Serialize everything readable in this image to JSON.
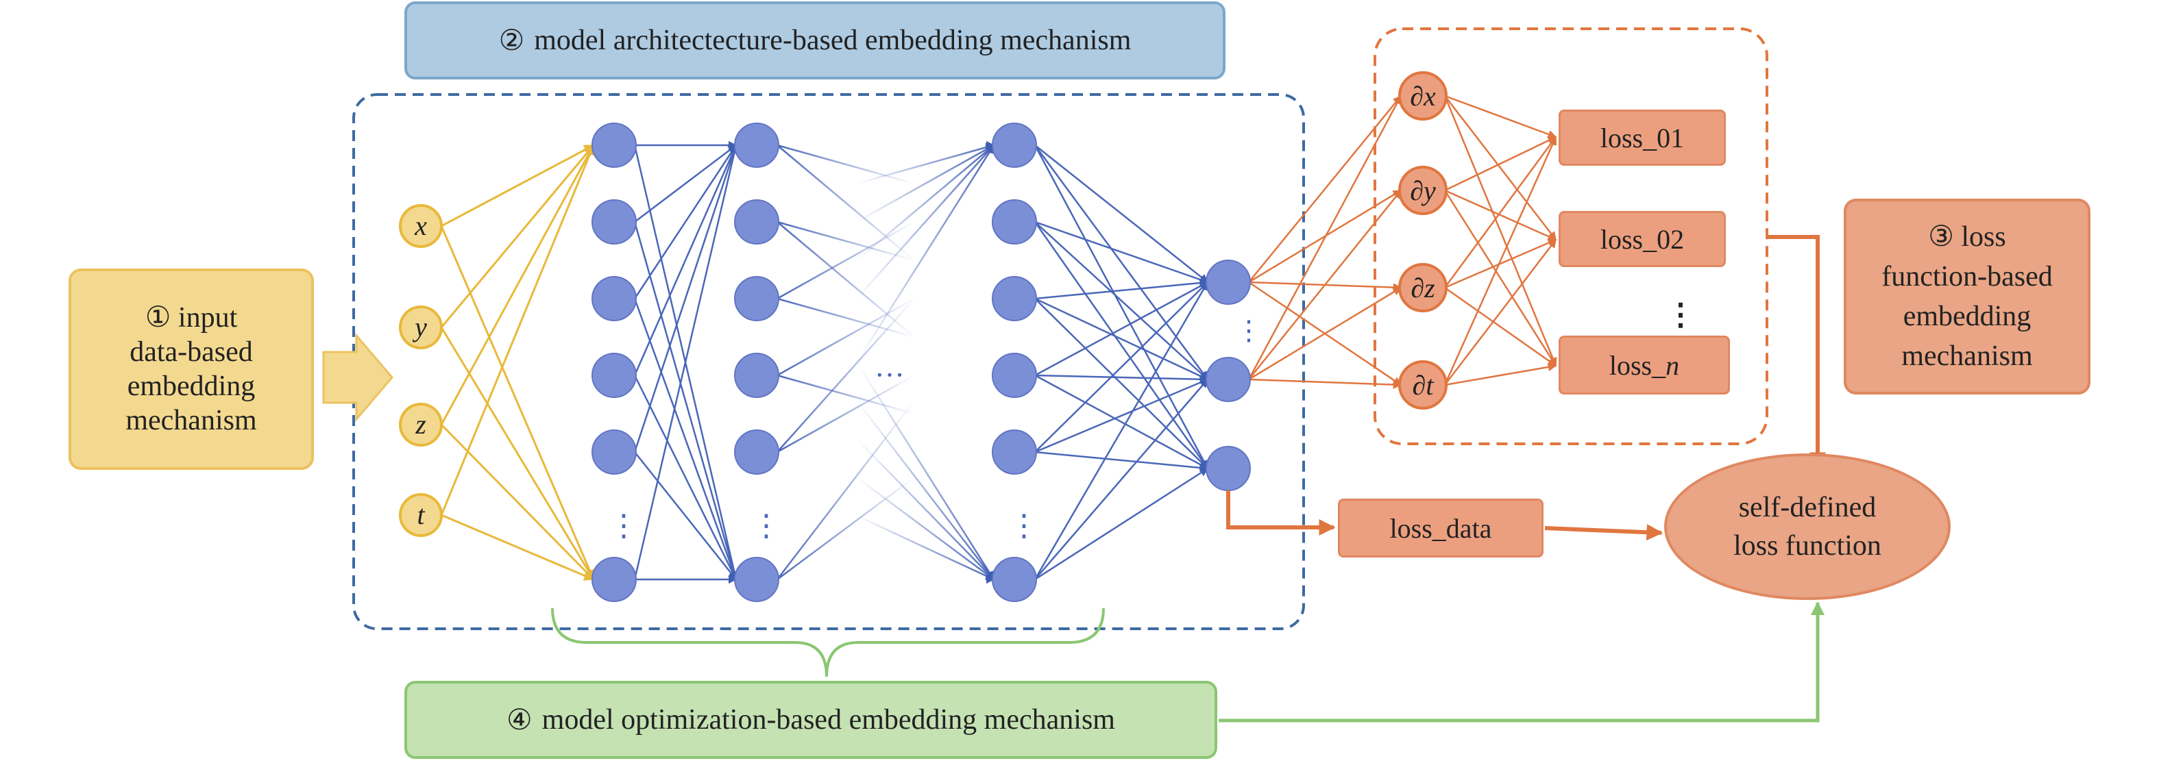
{
  "mechanisms": {
    "input": {
      "number": "①",
      "lines": [
        "input",
        "data-based",
        "embedding",
        "mechanism"
      ]
    },
    "model": {
      "number": "②",
      "label": "model architectecture-based embedding mechanism"
    },
    "loss": {
      "number": "③",
      "lines": [
        "loss",
        "function-based",
        "embedding",
        "mechanism"
      ]
    },
    "optimization": {
      "number": "④",
      "label": "model optimization-based embedding mechanism"
    }
  },
  "inputs": [
    "x",
    "y",
    "z",
    "t"
  ],
  "derivatives": [
    "∂x",
    "∂y",
    "∂z",
    "∂t"
  ],
  "losses": {
    "loss_01": "loss_01",
    "loss_02": "loss_02",
    "loss_n_prefix": "loss_",
    "loss_n_var": "n",
    "loss_data": "loss_data"
  },
  "self_defined": [
    "self-defined",
    "loss function"
  ],
  "ellipsis_horizontal": "···",
  "colors": {
    "yellow_fill": "#f3d98f",
    "yellow_line": "#e8b93a",
    "blue_node": "#7b8fd6",
    "blue_line": "#4a67b8",
    "blue_dash": "#3d6aa2",
    "orange_fill": "#ec9f7f",
    "orange_line": "#e0763f",
    "green_line": "#8bc672"
  }
}
